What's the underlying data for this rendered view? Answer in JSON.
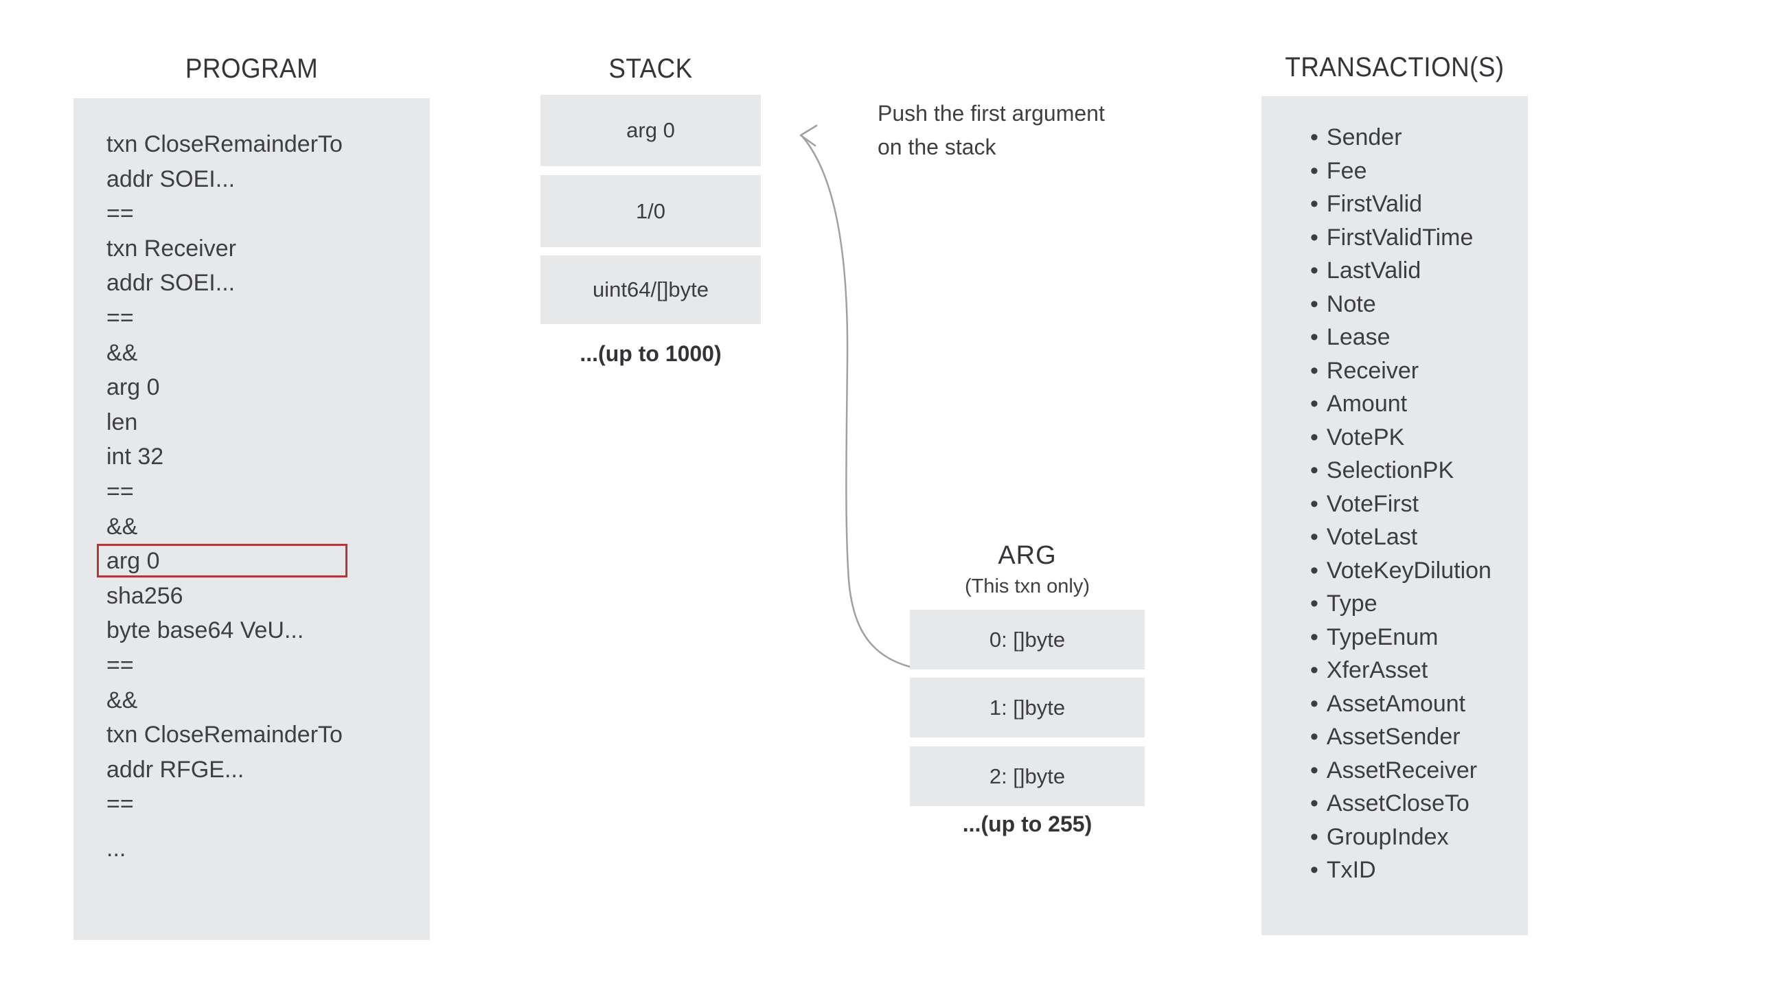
{
  "program": {
    "title": "PROGRAM",
    "rows": [
      "txn CloseRemainderTo",
      "addr SOEI...",
      "==",
      "txn Receiver",
      "addr SOEI...",
      "==",
      "&&",
      "arg 0",
      "len",
      "int 32",
      "==",
      "&&",
      "arg 0",
      "sha256",
      "byte base64 VeU...",
      "==",
      "&&",
      "txn CloseRemainderTo",
      "addr RFGE...",
      "==",
      "..."
    ],
    "highlighted_row_index": 12,
    "highlighted_row_text": "arg 0"
  },
  "stack": {
    "title": "STACK",
    "boxes": [
      "arg 0",
      "1/0",
      "uint64/[]byte"
    ],
    "overflow_note": "...(up to 1000)"
  },
  "annotation": {
    "line1": "Push the first argument",
    "line2": "on the stack"
  },
  "arg": {
    "title": "ARG",
    "subtitle": "(This txn only)",
    "boxes": [
      "0: []byte",
      "1: []byte",
      "2: []byte"
    ],
    "overflow_note": "...(up to 255)"
  },
  "transactions": {
    "title": "TRANSACTION(S)",
    "items": [
      "Sender",
      "Fee",
      "FirstValid",
      "FirstValidTime",
      "LastValid",
      "Note",
      "Lease",
      "Receiver",
      "Amount",
      "VotePK",
      "SelectionPK",
      "VoteFirst",
      "VoteLast",
      "VoteKeyDilution",
      "Type",
      "TypeEnum",
      "XferAsset",
      "AssetAmount",
      "AssetSender",
      "AssetReceiver",
      "AssetCloseTo",
      "GroupIndex",
      "TxID"
    ]
  },
  "colors": {
    "panel_bg": "#e7e8ea",
    "text": "#3e3f41",
    "title": "#343539",
    "highlight_border": "#ad393d",
    "arrow": "#a0a0a0",
    "background": "#ffffff"
  }
}
